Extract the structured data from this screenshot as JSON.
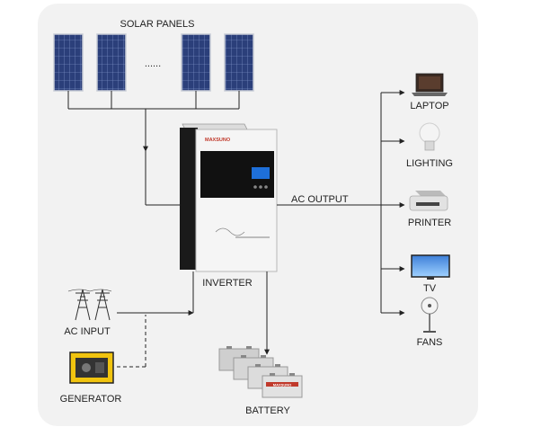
{
  "labels": {
    "solar_panels": "SOLAR PANELS",
    "ellipsis": "......",
    "ac_output": "AC OUTPUT",
    "inverter": "INVERTER",
    "ac_input": "AC INPUT",
    "generator": "GENERATOR",
    "battery": "BATTERY",
    "laptop": "LAPTOP",
    "lighting": "LIGHTING",
    "printer": "PRINTER",
    "tv": "TV",
    "fans": "FANS"
  },
  "inverter_brand": "MAXSUNO",
  "battery_brand": "MAXSUNO",
  "colors": {
    "background_panel": "#f2f2f2",
    "line": "#222222",
    "solar_cell": "#2b3f7a",
    "inverter_body": "#f5f5f5",
    "inverter_panel": "#111111",
    "screen": "#1e6fd9"
  }
}
